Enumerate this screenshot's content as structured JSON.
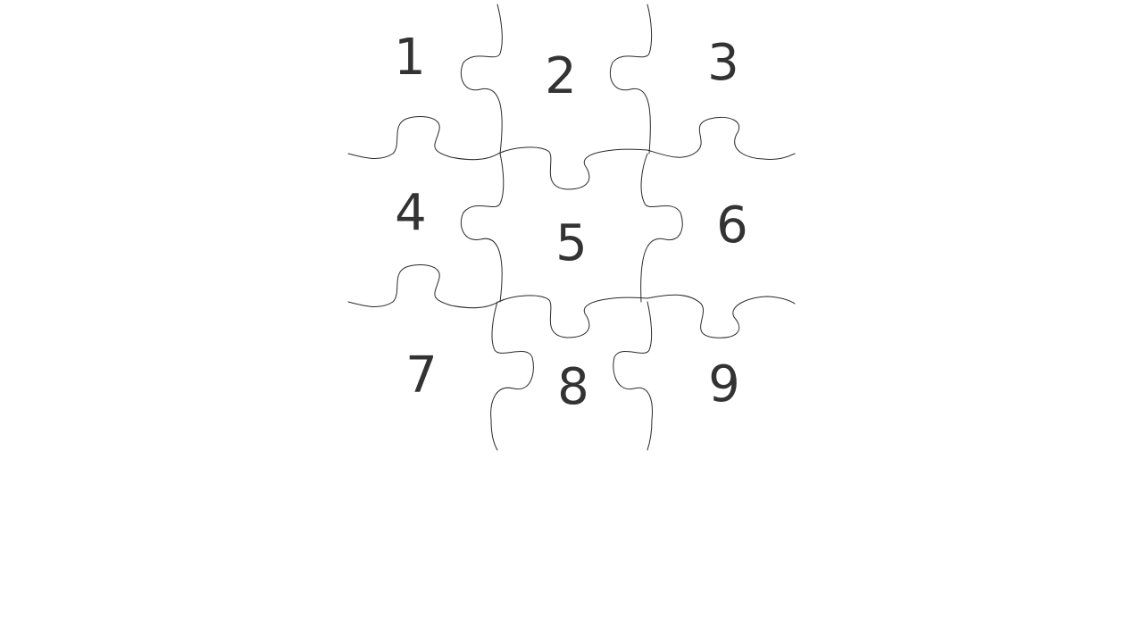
{
  "puzzle": {
    "pieces": [
      {
        "label": "1"
      },
      {
        "label": "2"
      },
      {
        "label": "3"
      },
      {
        "label": "4"
      },
      {
        "label": "5"
      },
      {
        "label": "6"
      },
      {
        "label": "7"
      },
      {
        "label": "8"
      },
      {
        "label": "9"
      }
    ],
    "colors": {
      "background": "#ffffff",
      "cut_line": "#2a2a2a",
      "number": "#333333"
    }
  }
}
